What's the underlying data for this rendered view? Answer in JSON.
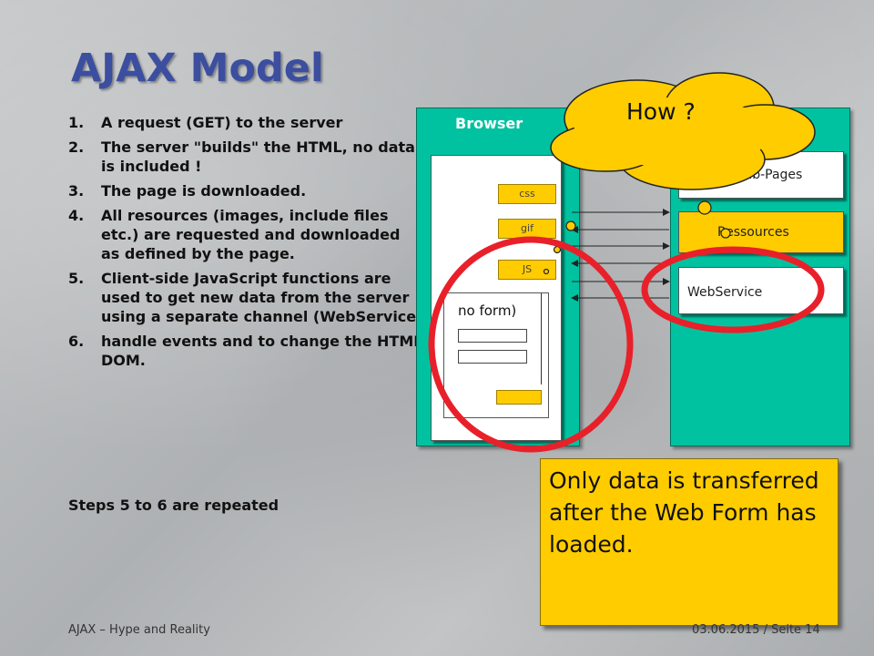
{
  "slide": {
    "title": "AJAX Model",
    "steps": [
      {
        "num": "1.",
        "text": "A request (GET) to the server"
      },
      {
        "num": "2.",
        "text": "The server \"builds\" the HTML, no data is included !"
      },
      {
        "num": "3.",
        "text": "The page is downloaded."
      },
      {
        "num": "4.",
        "text": "All resources (images, include files etc.) are requested and downloaded as defined by the page."
      },
      {
        "num": "5.",
        "text": "Client-side JavaScript functions are used to get new data from the server using a separate channel (WebService)"
      },
      {
        "num": "6.",
        "text": "handle events and to change the HTML DOM."
      }
    ],
    "repeat_note": "Steps 5 to 6 are repeated"
  },
  "diagram": {
    "browser_label": "Browser",
    "resources": [
      "css",
      "gif",
      "JS"
    ],
    "form_label": "no form)",
    "server_boxes": [
      "e & Sub-Pages",
      "Ressources",
      "WebService"
    ],
    "cloud_text": "How ?",
    "callout_text": "Only data is transferred after the Web Form has loaded."
  },
  "footer": {
    "left": "AJAX – Hype and Reality",
    "right": "03.06.2015 / Seite 14"
  },
  "colors": {
    "title": "#3b4ea0",
    "teal": "#00c2a0",
    "yellow": "#ffcc00",
    "red_circle": "#e8202a"
  }
}
